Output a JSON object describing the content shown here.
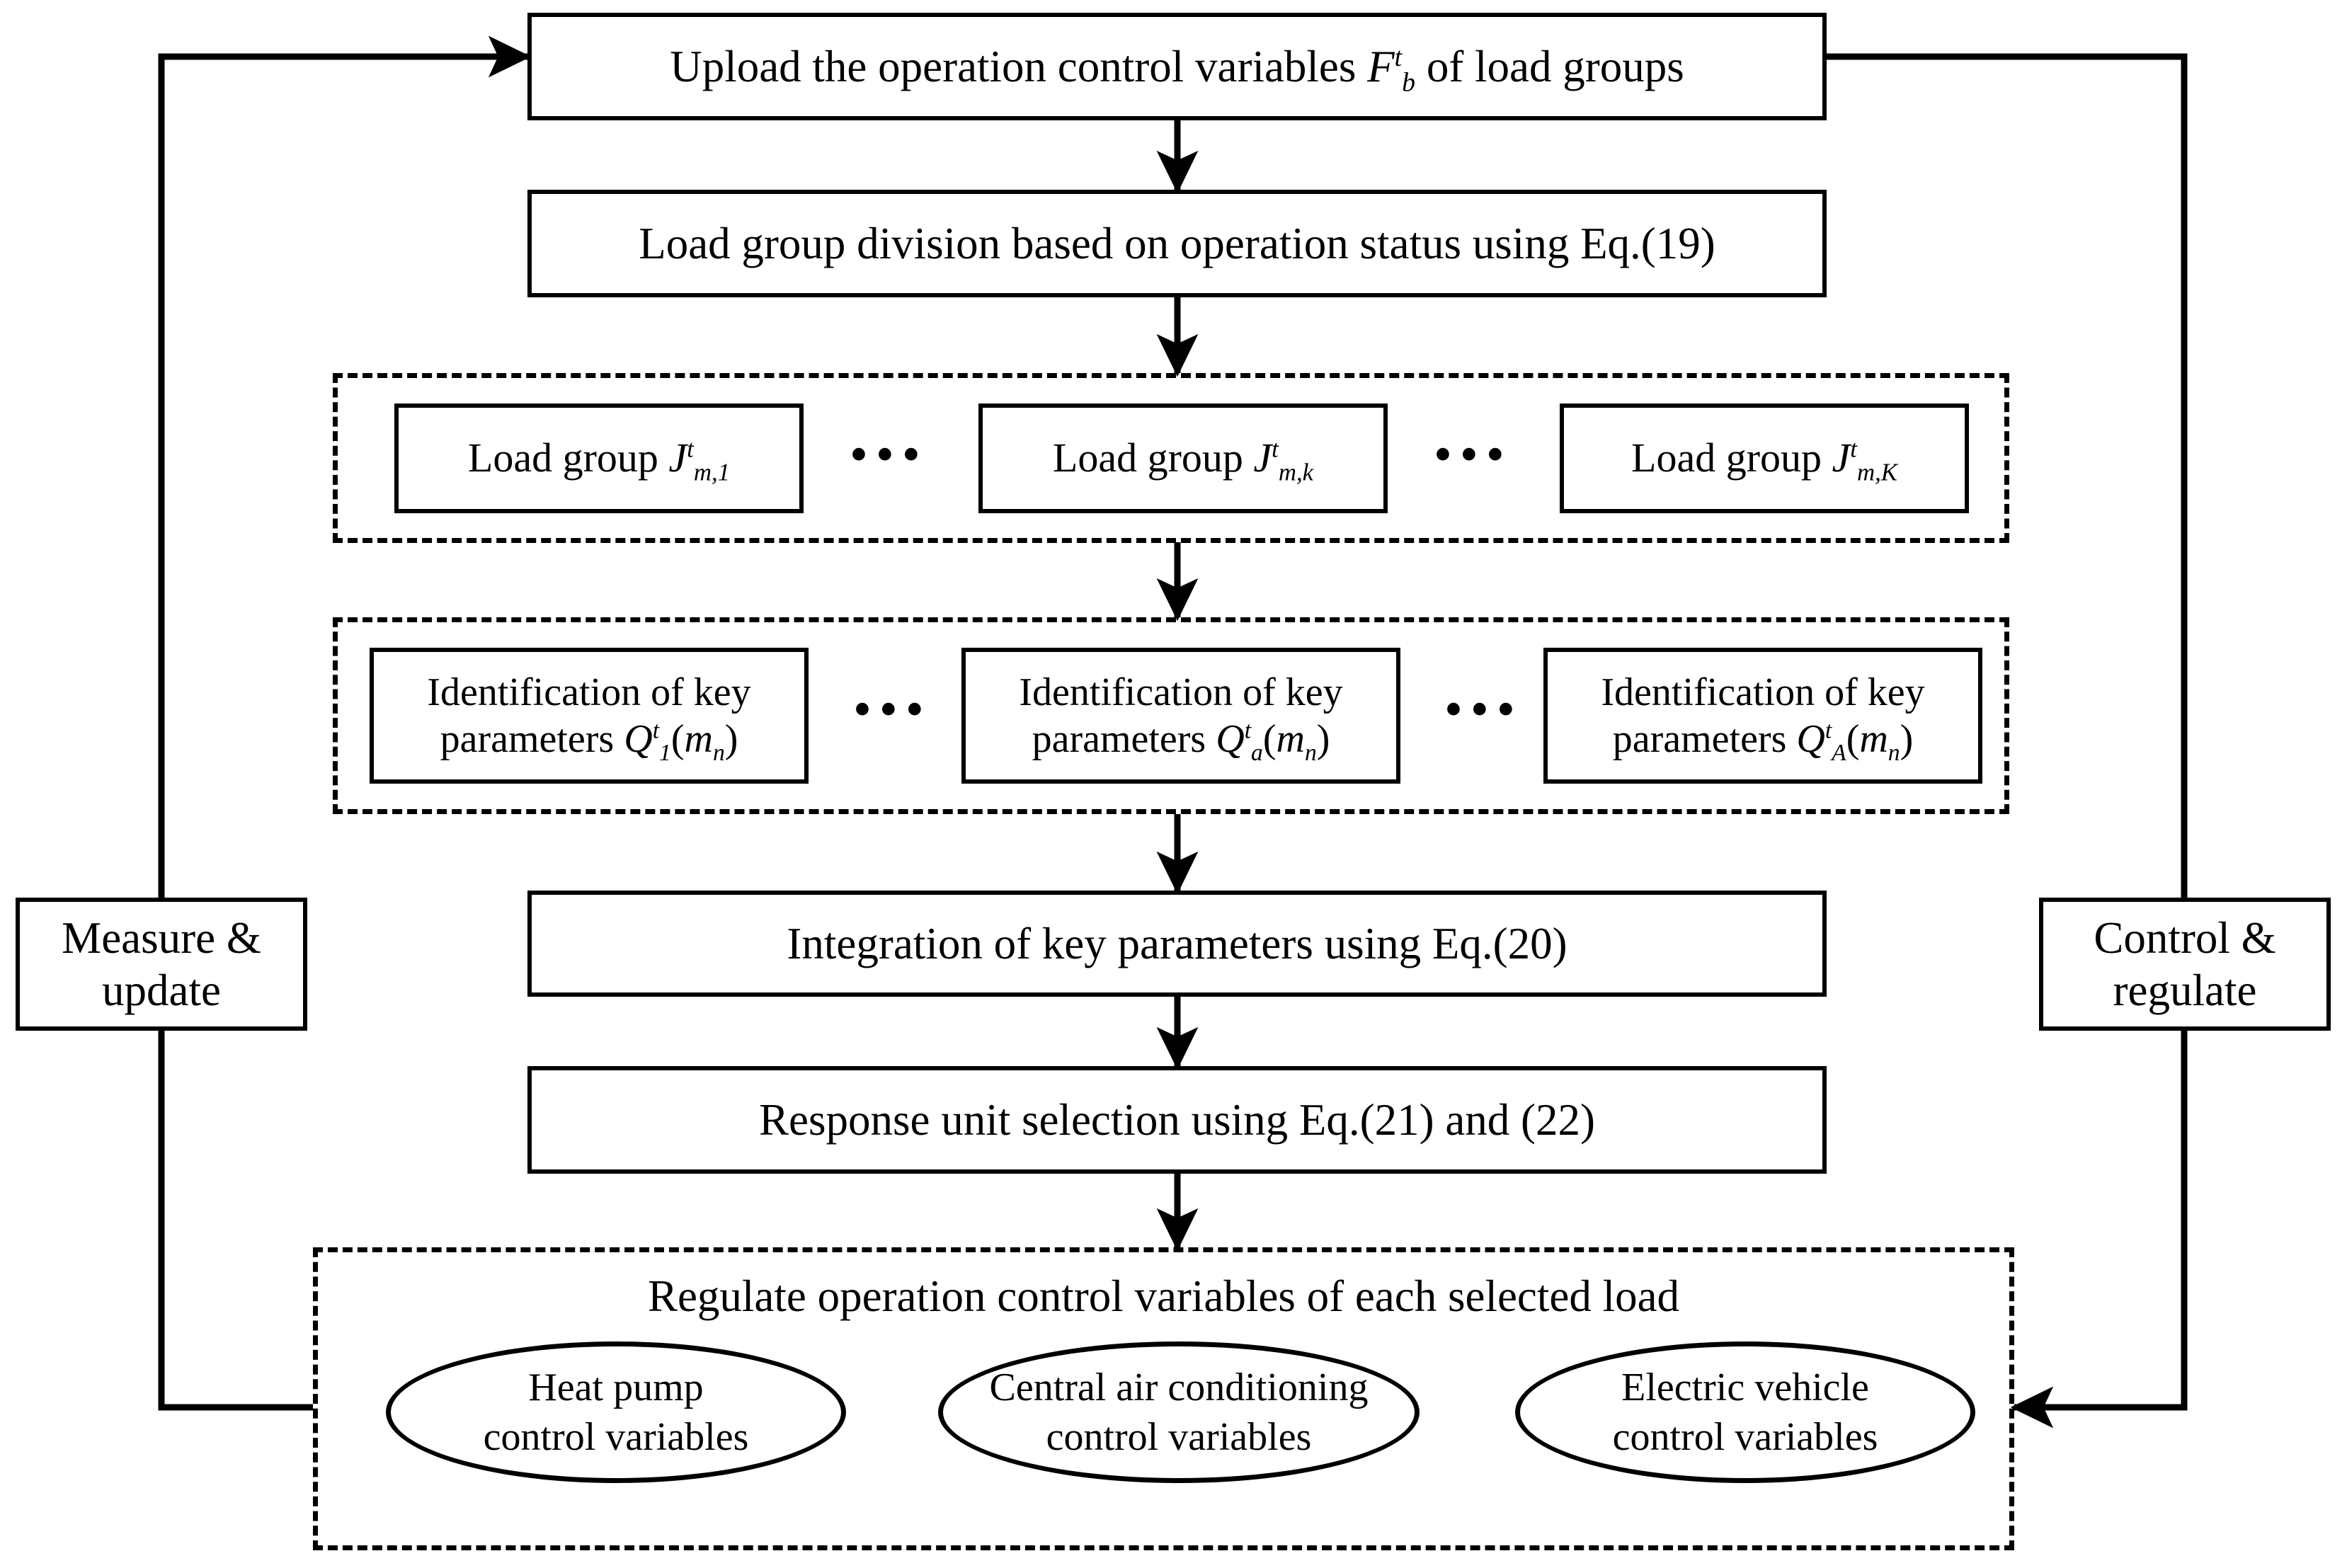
{
  "diagram": {
    "title": "Load group control flowchart",
    "colors": {
      "stroke": "#000000",
      "background": "#ffffff"
    }
  },
  "nodes": {
    "upload": {
      "label_pre": "Upload the operation control variables ",
      "symbol_base": "F",
      "symbol_sup": "t",
      "symbol_sub": "b",
      "label_post": " of load groups"
    },
    "division": {
      "label": "Load group division based on operation status using Eq.(19)"
    },
    "integration": {
      "label": "Integration of key parameters using Eq.(20)"
    },
    "response": {
      "label": "Response unit selection using Eq.(21) and (22)"
    },
    "measure": {
      "line1": "Measure &",
      "line2": "update"
    },
    "control": {
      "line1": "Control &",
      "line2": "regulate"
    },
    "regulate_title": {
      "label": "Regulate operation control variables of each selected load"
    }
  },
  "load_groups": {
    "items": [
      {
        "label": "Load group ",
        "base": "J",
        "sup": "t",
        "sub": "m,1"
      },
      {
        "label": "Load group ",
        "base": "J",
        "sup": "t",
        "sub": "m,k"
      },
      {
        "label": "Load group ",
        "base": "J",
        "sup": "t",
        "sub": "m,K"
      }
    ],
    "ellipsis": "•••"
  },
  "identification": {
    "items": [
      {
        "line1": "Identification of key",
        "line2": "parameters ",
        "base": "Q",
        "sup": "t",
        "sub": "1",
        "arg_open": "(",
        "arg_base": "m",
        "arg_sub": "n",
        "arg_close": ")"
      },
      {
        "line1": "Identification of key",
        "line2": "parameters ",
        "base": "Q",
        "sup": "t",
        "sub": "a",
        "arg_open": "(",
        "arg_base": "m",
        "arg_sub": "n",
        "arg_close": ")"
      },
      {
        "line1": "Identification of key",
        "line2": "parameters ",
        "base": "Q",
        "sup": "t",
        "sub": "A",
        "arg_open": "(",
        "arg_base": "m",
        "arg_sub": "n",
        "arg_close": ")"
      }
    ],
    "ellipsis": "•••"
  },
  "loads": {
    "items": [
      {
        "line1": "Heat pump",
        "line2": "control variables"
      },
      {
        "line1": "Central air conditioning",
        "line2": "control variables"
      },
      {
        "line1": "Electric vehicle",
        "line2": "control variables"
      }
    ]
  }
}
